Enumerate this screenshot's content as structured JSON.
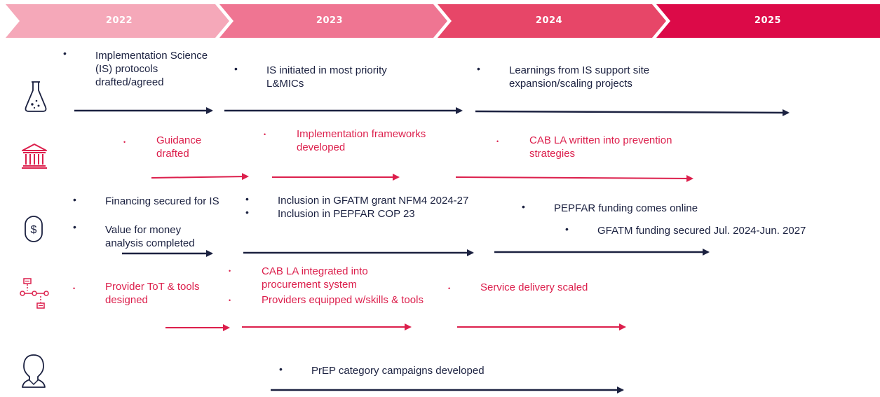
{
  "timeline": {
    "years": [
      "2022",
      "2023",
      "2024",
      "2025"
    ],
    "colors": [
      "#f5a8b9",
      "#ef7592",
      "#e74668",
      "#dc0a48"
    ]
  },
  "rows": [
    {
      "icon": "flask-icon",
      "items": [
        {
          "text": "Implementation Science (IS) protocols drafted/agreed"
        },
        {
          "text": "IS initiated in most priority L&MICs"
        },
        {
          "text": "Learnings from IS support site expansion/scaling projects"
        }
      ]
    },
    {
      "icon": "institution-icon",
      "items": [
        {
          "text": "Guidance drafted"
        },
        {
          "text": "Implementation frameworks developed"
        },
        {
          "text": "CAB LA written into prevention strategies"
        }
      ]
    },
    {
      "icon": "dollar-icon",
      "items": [
        {
          "text": "Financing secured for IS"
        },
        {
          "text": "Value for money analysis completed"
        },
        {
          "text": "Inclusion in GFATM grant NFM4 2024-27"
        },
        {
          "text": "Inclusion in PEPFAR COP 23"
        },
        {
          "text": "PEPFAR funding comes online"
        },
        {
          "text": "GFATM funding secured Jul. 2024-Jun. 2027"
        }
      ]
    },
    {
      "icon": "network-icon",
      "items": [
        {
          "text": "Provider ToT & tools designed"
        },
        {
          "text": "CAB LA integrated into procurement system"
        },
        {
          "text": "Providers equipped w/skills & tools"
        },
        {
          "text": "Service delivery scaled"
        }
      ]
    },
    {
      "icon": "person-icon",
      "items": [
        {
          "text": "PrEP category campaigns developed"
        }
      ]
    }
  ],
  "colors": {
    "navy": "#1b2140",
    "red": "#dc1f4c"
  }
}
